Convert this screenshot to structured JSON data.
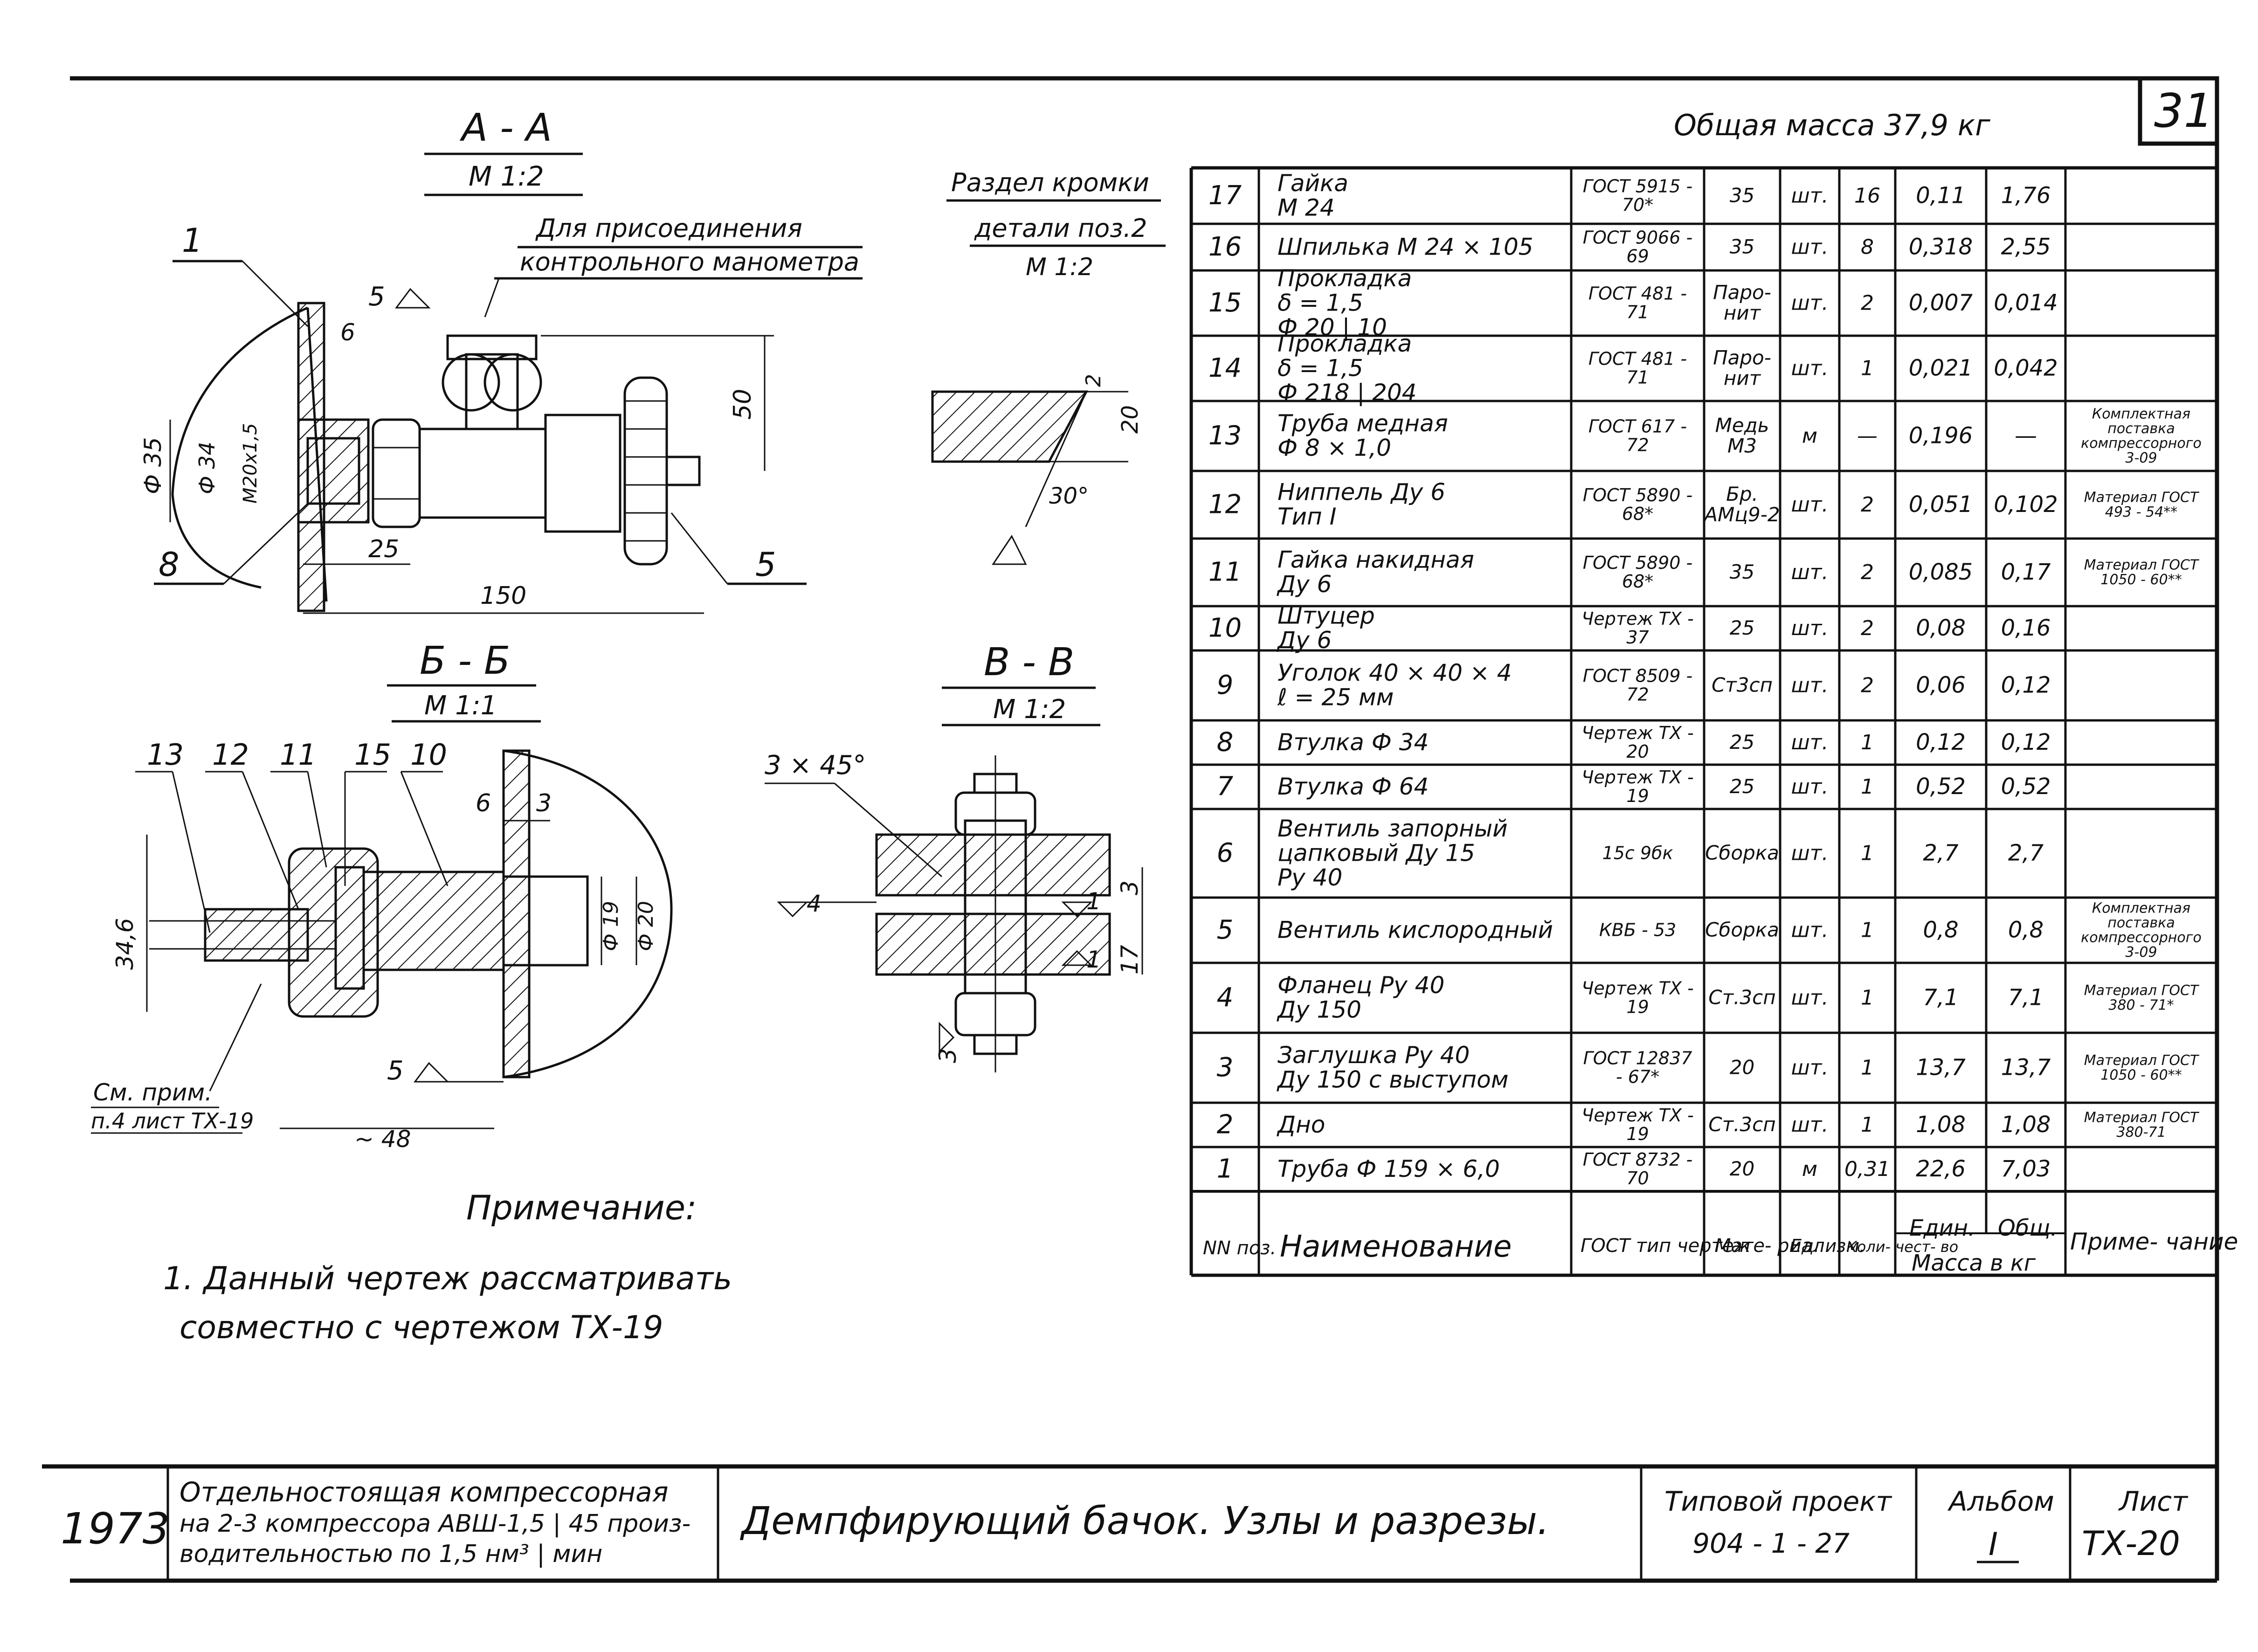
{
  "sheet_no": "31",
  "total_mass": "Общая масса 37,9 кг",
  "views": {
    "aa": {
      "title": "А - А",
      "scale": "М 1:2",
      "label_1": "1",
      "label_5": "5",
      "label_8": "8",
      "surface": "5",
      "dim_6": "6",
      "dim_25": "25",
      "dim_50": "50",
      "dim_150": "150",
      "dim_d35": "Ф 35",
      "dim_d34": "Ф 34",
      "dim_m20": "М20х1,5",
      "note_line1": "Для присоединения",
      "note_line2": "контрольного манометра"
    },
    "bb": {
      "title": "Б - Б",
      "scale": "М 1:1",
      "labels": [
        "13",
        "12",
        "11",
        "15",
        "10"
      ],
      "dim_6": "6",
      "dim_3": "3",
      "dim_346": "34,6",
      "dim_d19": "Ф 19",
      "dim_d20": "Ф 20",
      "dim_48": "~ 48",
      "surface": "5",
      "ref_line1": "См. прим.",
      "ref_line2": "п.4 лист ТХ-19"
    },
    "vv": {
      "title": "В - В",
      "scale": "М 1:2",
      "chamfer": "3 × 45°",
      "surf_4": "4",
      "surf_1a": "1",
      "surf_1b": "1",
      "surf_3": "3",
      "dim_3": "3",
      "dim_17": "17"
    },
    "edge": {
      "title_line1": "Раздел кромки",
      "title_line2": "детали поз.2",
      "scale": "М 1:2",
      "dim_2": "2",
      "dim_20": "20",
      "dim_30": "30°"
    }
  },
  "spec": {
    "header": {
      "pos": "NN поз.",
      "name": "Наименование",
      "std": "ГОСТ тип чертеж",
      "mat": "Мате- риал",
      "unit": "Ед. изм.",
      "qty": "Коли- чест- во",
      "unit_mass": "Един.",
      "total": "Общ.",
      "mass_group": "Масса в кг",
      "note": "Приме- чание"
    },
    "rows": [
      {
        "pos": "17",
        "name": "Гайка   М 24",
        "std": "ГОСТ 5915 - 70*",
        "mat": "35",
        "unit": "шт.",
        "qty": "16",
        "um": "0,11",
        "tm": "1,76",
        "note": ""
      },
      {
        "pos": "16",
        "name": "Шпилька  М 24 × 105",
        "std": "ГОСТ 9066 - 69",
        "mat": "35",
        "unit": "шт.",
        "qty": "8",
        "um": "0,318",
        "tm": "2,55",
        "note": ""
      },
      {
        "pos": "15",
        "name": "Прокладка   δ = 1,5   Ф 20 | 10",
        "std": "ГОСТ 481 - 71",
        "mat": "Паро- нит",
        "unit": "шт.",
        "qty": "2",
        "um": "0,007",
        "tm": "0,014",
        "note": ""
      },
      {
        "pos": "14",
        "name": "Прокладка   δ = 1,5   Ф 218 | 204",
        "std": "ГОСТ 481 - 71",
        "mat": "Паро- нит",
        "unit": "шт.",
        "qty": "1",
        "um": "0,021",
        "tm": "0,042",
        "note": ""
      },
      {
        "pos": "13",
        "name": "Труба  медная   Ф 8 × 1,0",
        "std": "ГОСТ 617 - 72",
        "mat": "Медь М3",
        "unit": "м",
        "qty": "—",
        "um": "0,196",
        "tm": "—",
        "note": "Комплектная поставка компрессорного 3-09"
      },
      {
        "pos": "12",
        "name": "Ниппель  Ду 6   Тип I",
        "std": "ГОСТ 5890 - 68*",
        "mat": "Бр. АМц9-2",
        "unit": "шт.",
        "qty": "2",
        "um": "0,051",
        "tm": "0,102",
        "note": "Материал ГОСТ 493 - 54**"
      },
      {
        "pos": "11",
        "name": "Гайка  накидная   Ду 6",
        "std": "ГОСТ 5890 - 68*",
        "mat": "35",
        "unit": "шт.",
        "qty": "2",
        "um": "0,085",
        "tm": "0,17",
        "note": "Материал ГОСТ 1050 - 60**"
      },
      {
        "pos": "10",
        "name": "Штуцер   Ду 6",
        "std": "Чертеж ТХ - 37",
        "mat": "25",
        "unit": "шт.",
        "qty": "2",
        "um": "0,08",
        "tm": "0,16",
        "note": ""
      },
      {
        "pos": "9",
        "name": "Уголок  40 × 40 × 4   ℓ = 25 мм",
        "std": "ГОСТ 8509 - 72",
        "mat": "Ст3сп",
        "unit": "шт.",
        "qty": "2",
        "um": "0,06",
        "tm": "0,12",
        "note": ""
      },
      {
        "pos": "8",
        "name": "Втулка  Ф 34",
        "std": "Чертеж ТХ - 20",
        "mat": "25",
        "unit": "шт.",
        "qty": "1",
        "um": "0,12",
        "tm": "0,12",
        "note": ""
      },
      {
        "pos": "7",
        "name": "Втулка  Ф 64",
        "std": "Чертеж ТХ - 19",
        "mat": "25",
        "unit": "шт.",
        "qty": "1",
        "um": "0,52",
        "tm": "0,52",
        "note": ""
      },
      {
        "pos": "6",
        "name": "Вентиль  запорный   цапковый  Ду 15   Ру 40",
        "std": "15с 9бк",
        "mat": "Сборка",
        "unit": "шт.",
        "qty": "1",
        "um": "2,7",
        "tm": "2,7",
        "note": ""
      },
      {
        "pos": "5",
        "name": "Вентиль  кислородный",
        "std": "КВБ - 53",
        "mat": "Сборка",
        "unit": "шт.",
        "qty": "1",
        "um": "0,8",
        "tm": "0,8",
        "note": "Комплектная поставка компрессорного 3-09"
      },
      {
        "pos": "4",
        "name": "Фланец  Ру 40   Ду 150",
        "std": "Чертеж ТХ - 19",
        "mat": "Ст.3сп",
        "unit": "шт.",
        "qty": "1",
        "um": "7,1",
        "tm": "7,1",
        "note": "Материал ГОСТ 380 - 71*"
      },
      {
        "pos": "3",
        "name": "Заглушка  Ру 40   Ду 150 с выступом",
        "std": "ГОСТ 12837 - 67*",
        "mat": "20",
        "unit": "шт.",
        "qty": "1",
        "um": "13,7",
        "tm": "13,7",
        "note": "Материал ГОСТ 1050 - 60**"
      },
      {
        "pos": "2",
        "name": "Дно",
        "std": "Чертеж ТХ - 19",
        "mat": "Ст.3сп",
        "unit": "шт.",
        "qty": "1",
        "um": "1,08",
        "tm": "1,08",
        "note": "Материал ГОСТ 380-71"
      },
      {
        "pos": "1",
        "name": "Труба  Ф 159 × 6,0",
        "std": "ГОСТ 8732 - 70",
        "mat": "20",
        "unit": "м",
        "qty": "0,31",
        "um": "22,6",
        "tm": "7,03",
        "note": ""
      }
    ]
  },
  "notes": {
    "heading": "Примечание:",
    "item_line1": "1. Данный чертеж рассматривать",
    "item_line2": "совместно с чертежом ТХ-19"
  },
  "title_block": {
    "year": "1973",
    "project_line1": "Отдельностоящая компрессорная",
    "project_line2": "на 2-3 компрессора АВШ-1,5 | 45 произ-",
    "project_line3": "водительностью по 1,5 нм³ | мин",
    "title": "Демпфирующий бачок.   Узлы и разрезы.",
    "type_label": "Типовой проект",
    "type_value": "904 - 1 - 27",
    "album_label": "Альбом",
    "album_value": "I",
    "sheet_label": "Лист",
    "sheet_value": "ТХ-20"
  }
}
